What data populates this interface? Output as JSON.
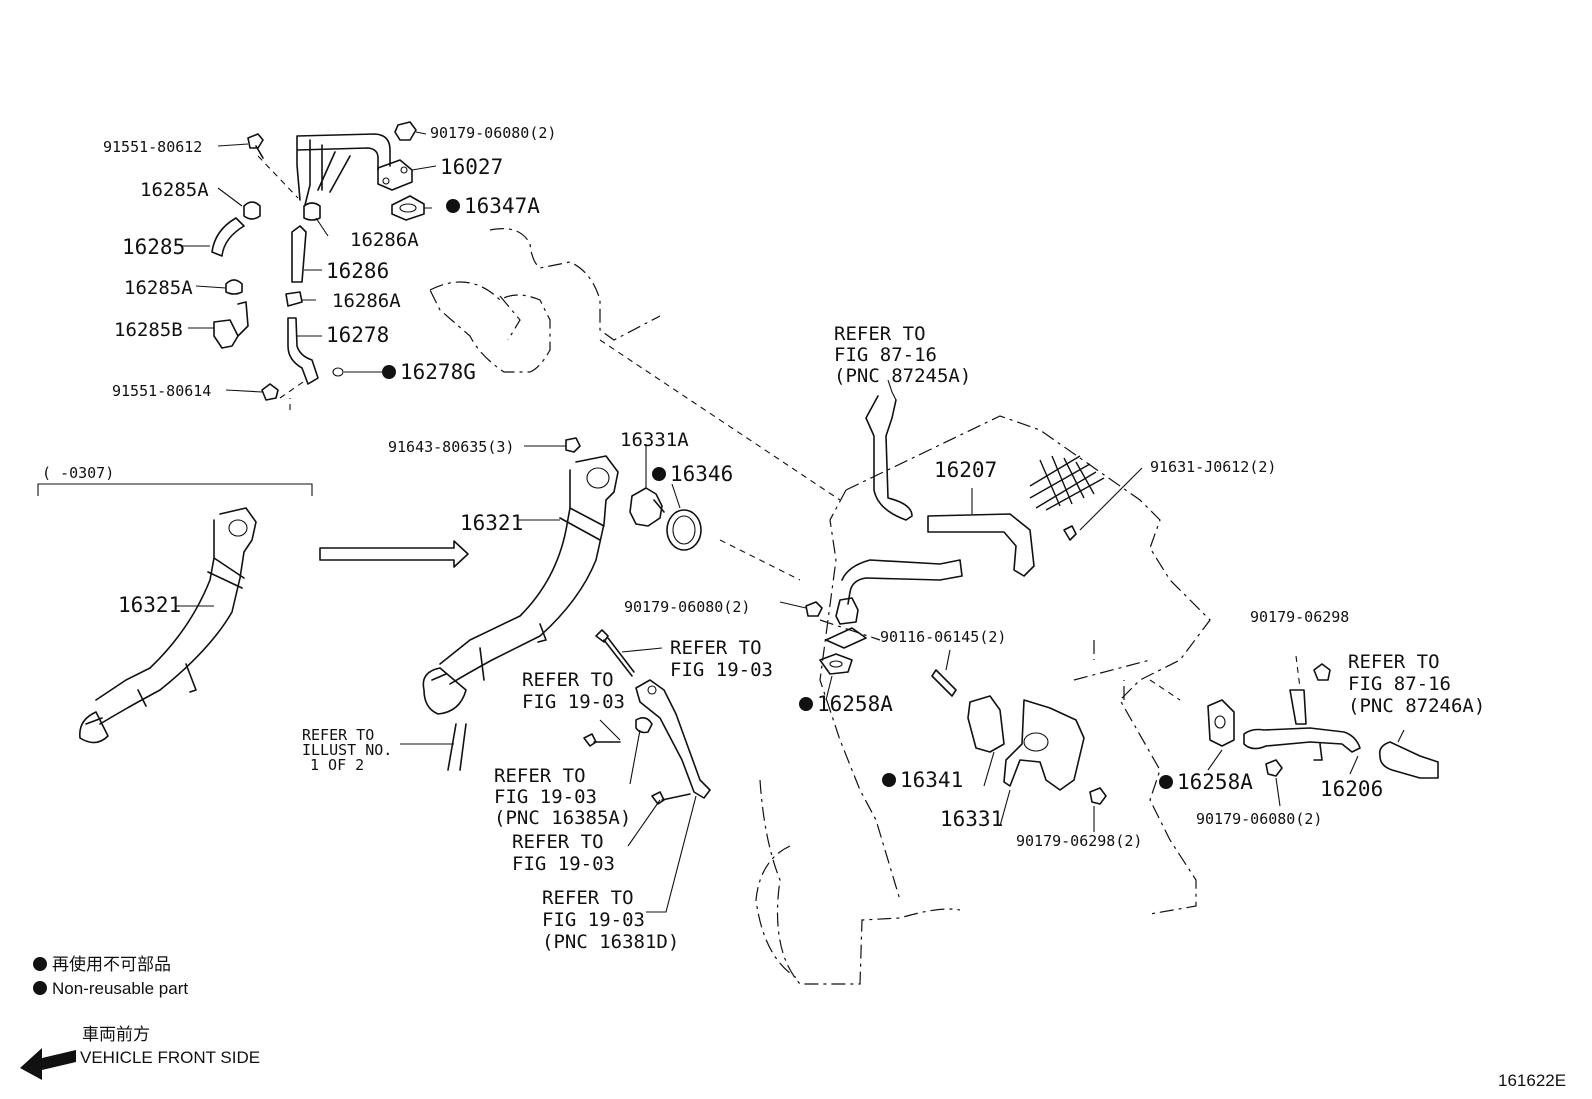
{
  "labels": {
    "p91551_80612": "91551-80612",
    "p90179_06080_top": "90179-06080(2)",
    "p16027": "16027",
    "p16285A_top": "16285A",
    "p16347A": "16347A",
    "p16286A_top": "16286A",
    "p16285": "16285",
    "p16286": "16286",
    "p16285A_mid": "16285A",
    "p16286A_mid": "16286A",
    "p16285B": "16285B",
    "p16278": "16278",
    "p16278G": "16278G",
    "p91551_80614": "91551-80614",
    "refer_87_16_a": [
      "REFER TO",
      "FIG 87-16",
      "(PNC 87245A)"
    ],
    "p91643": "91643-80635(3)",
    "p16331A": "16331A",
    "p16346": "16346",
    "p16207": "16207",
    "p91631": "91631-J0612(2)",
    "range": "(      -0307)",
    "p16321_left": "16321",
    "p16321_right": "16321",
    "p90179_06080_mid": "90179-06080(2)",
    "refer_19_03_a": [
      "REFER TO",
      "FIG 19-03"
    ],
    "refer_19_03_b": [
      "REFER TO",
      "FIG 19-03"
    ],
    "p90116": "90116-06145(2)",
    "p90179_06298_right": "90179-06298",
    "refer_87_16_b": [
      "REFER TO",
      "FIG 87-16",
      "(PNC 87246A)"
    ],
    "p16258A_mid": "16258A",
    "refer_illust": [
      "REFER TO",
      "ILLUST NO.",
      "1 OF 2"
    ],
    "refer_19_03_c": [
      "REFER TO",
      "FIG 19-03",
      "(PNC 16385A)"
    ],
    "p16341": "16341",
    "p16258A_right": "16258A",
    "p16206": "16206",
    "p16331": "16331",
    "p90179_06298_bottom": "90179-06298(2)",
    "p90179_06080_bottom": "90179-06080(2)",
    "refer_19_03_d": [
      "REFER TO",
      "FIG 19-03"
    ],
    "refer_19_03_e": [
      "REFER TO",
      "FIG 19-03",
      "(PNC 16381D)"
    ]
  },
  "legend": {
    "jp": "再使用不可部品",
    "en": "Non-reusable part"
  },
  "front": {
    "jp": "車両前方",
    "en": "VEHICLE FRONT SIDE"
  },
  "figure_id": "161622E"
}
